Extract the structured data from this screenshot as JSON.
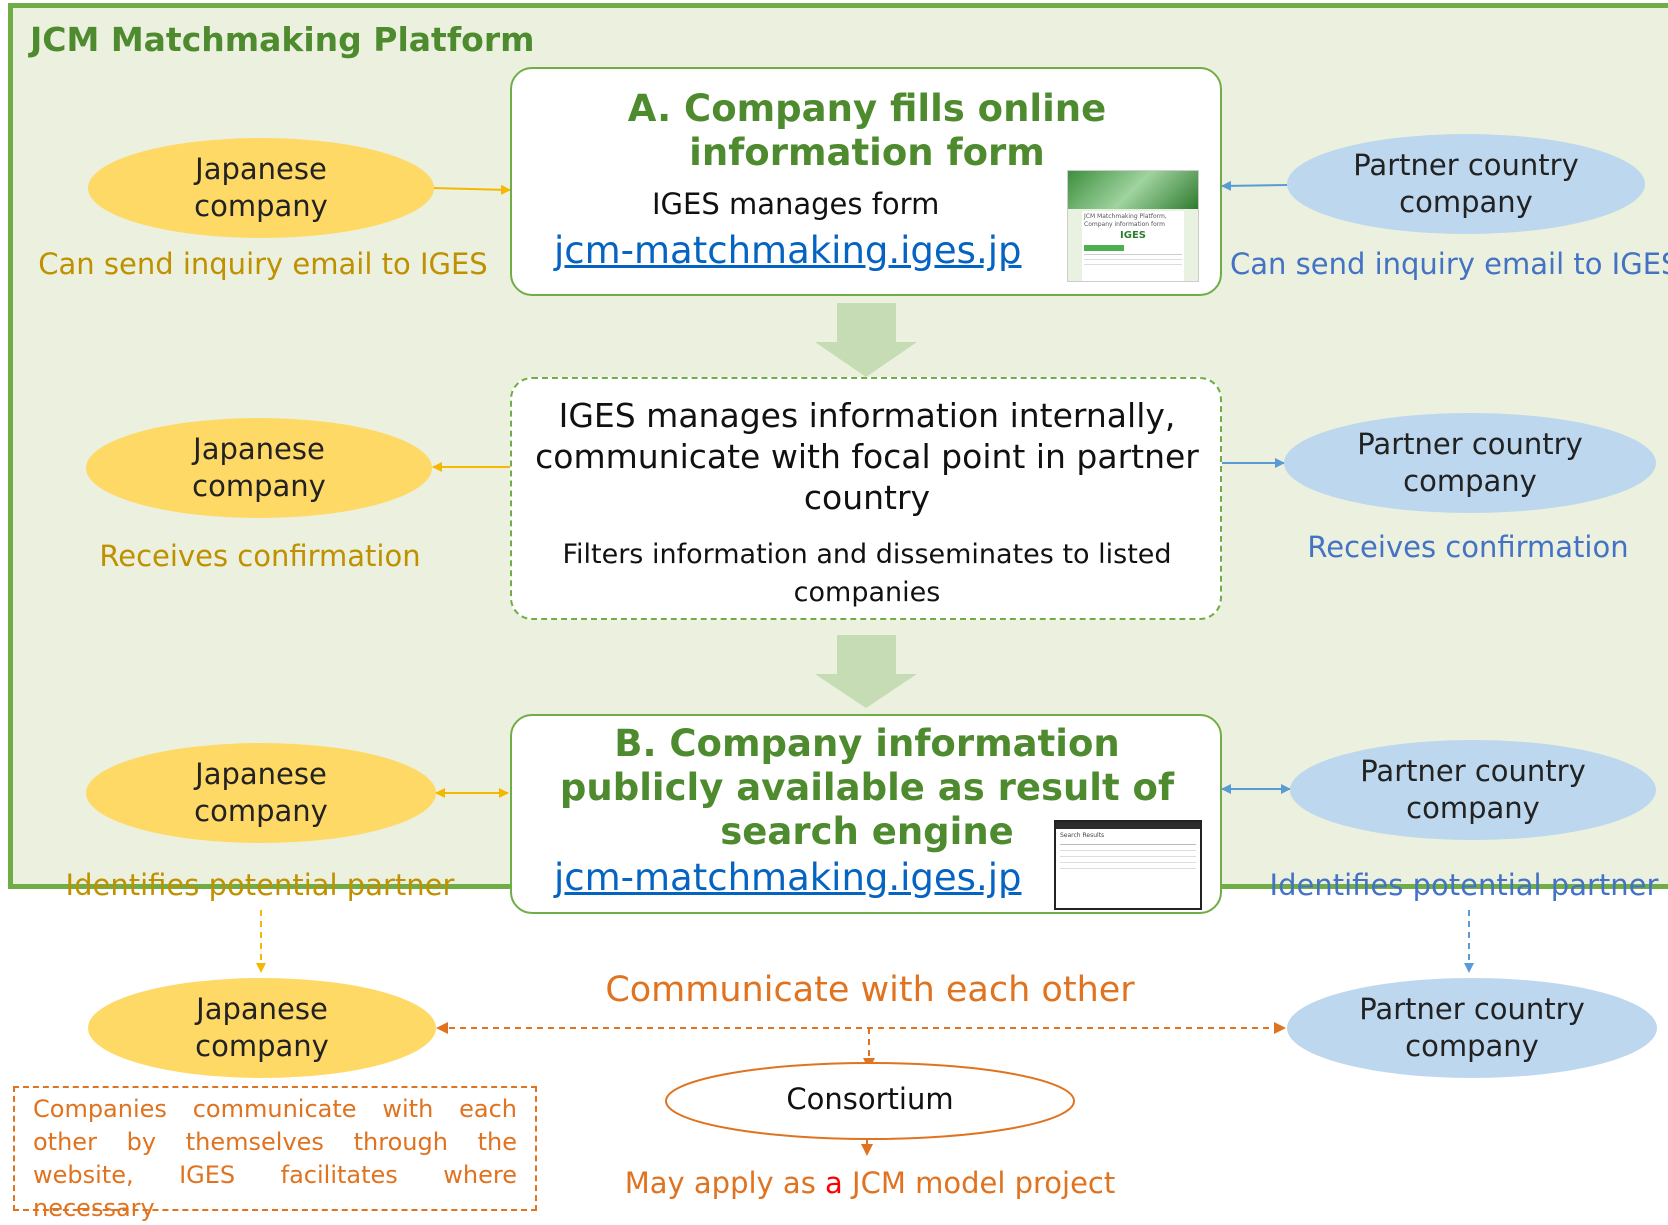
{
  "platform": {
    "title": "JCM Matchmaking Platform"
  },
  "stage_a": {
    "title": "A. Company fills online information form",
    "subtitle": "IGES manages form",
    "link": "jcm-matchmaking.iges.jp",
    "thumb": {
      "heading": "JCM Matchmaking Platform, Company information form",
      "logo": "IGES"
    }
  },
  "stage_mid": {
    "title": "IGES manages information internally, communicate with focal point in partner country",
    "subtitle": "Filters information and disseminates to listed companies"
  },
  "stage_b": {
    "title": "B. Company information publicly available as result of search engine",
    "link": "jcm-matchmaking.iges.jp",
    "thumb": {
      "heading": "Search Results"
    }
  },
  "japanese": {
    "label": "Japanese company",
    "cap1": "Can send inquiry email to IGES",
    "cap2": "Receives confirmation",
    "cap3": "Identifies potential partner"
  },
  "partner": {
    "label": "Partner country company",
    "cap1": "Can send inquiry email to IGES",
    "cap2": "Receives confirmation",
    "cap3": "Identifies potential partner"
  },
  "bottom": {
    "communicate": "Communicate with each other",
    "consortium": "Consortium",
    "apply_pre": "May apply as ",
    "apply_highlight": "a",
    "apply_post": " JCM model project",
    "note": "Companies communicate with each other by themselves through the website, IGES facilitates where necessary"
  },
  "colors": {
    "green": "#70ad47",
    "green_dark": "#4e8a2e",
    "platform_bg": "#ebf1de",
    "japanese": "#ffd966",
    "partner": "#bdd7ee",
    "jp_text": "#bf9000",
    "pc_text": "#4472c4",
    "orange": "#e07320",
    "link": "#0563c1"
  }
}
